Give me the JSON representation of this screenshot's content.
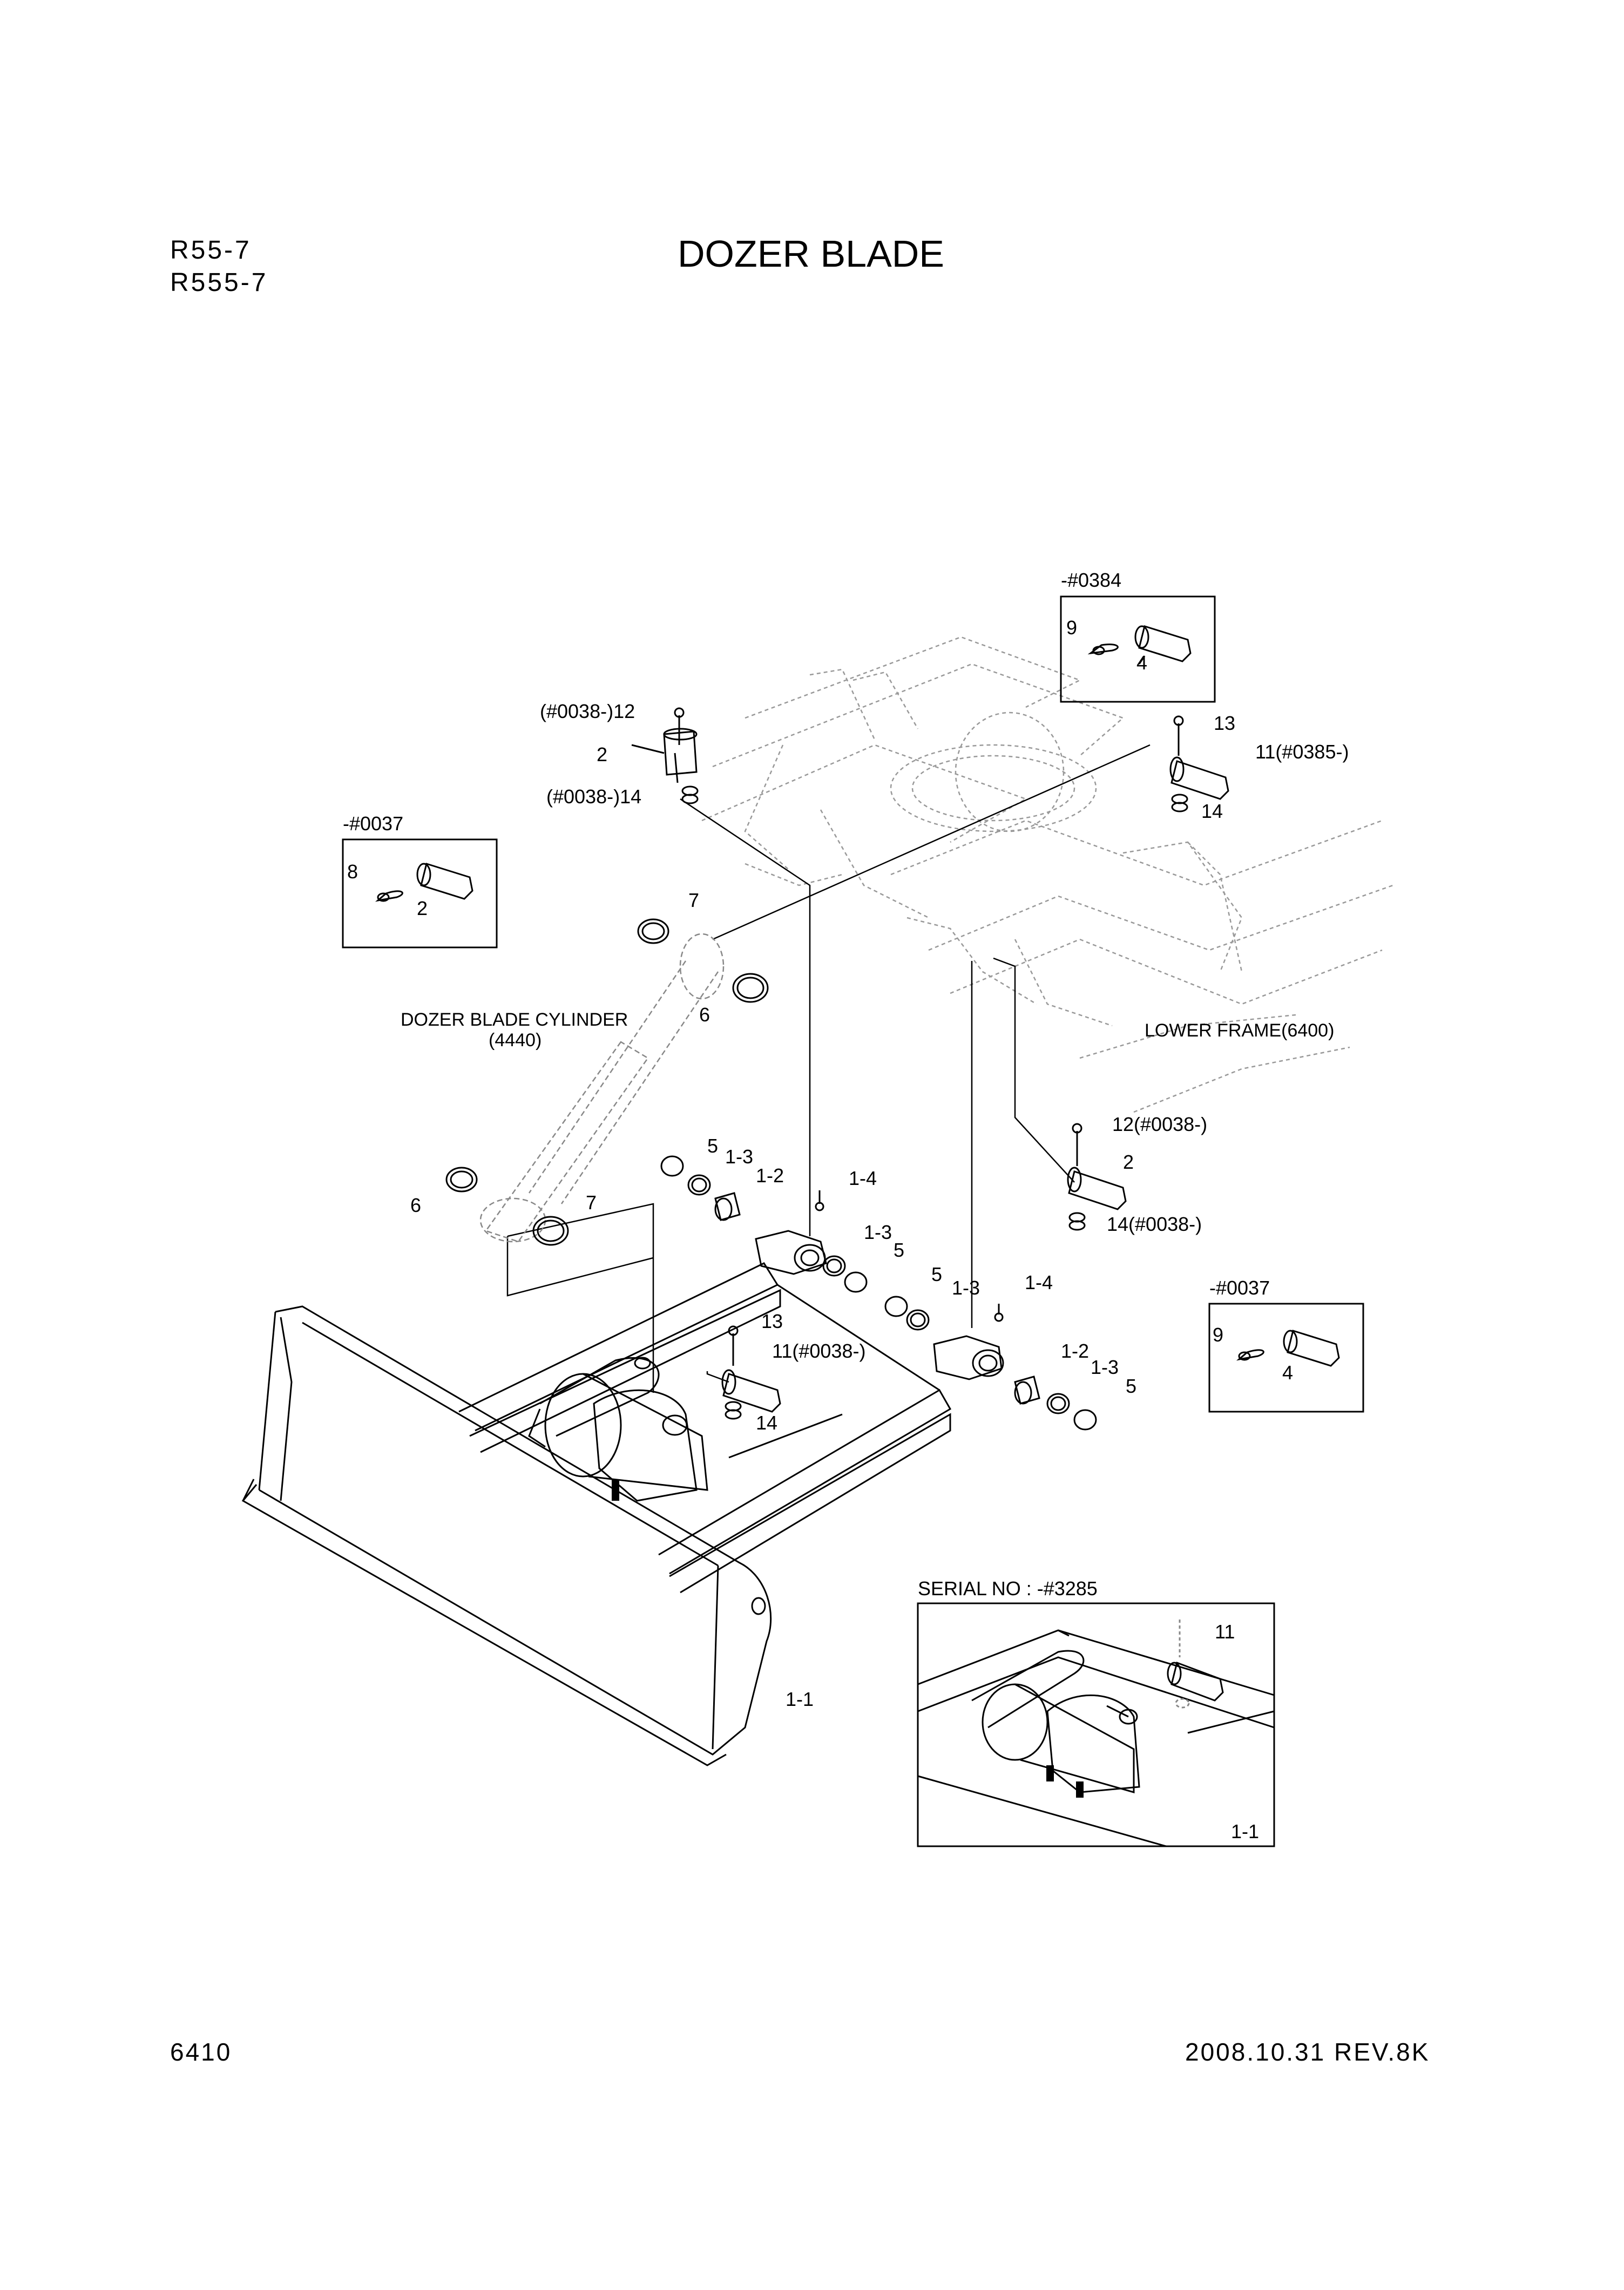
{
  "header": {
    "models": [
      "R55-7",
      "R555-7"
    ],
    "title": "DOZER BLADE"
  },
  "insets": {
    "top_right": {
      "serial": "-#0384",
      "parts": [
        "9",
        "4"
      ]
    },
    "left": {
      "serial": "-#0037",
      "parts": [
        "8",
        "2"
      ]
    },
    "right": {
      "serial": "-#0037",
      "parts": [
        "9",
        "4"
      ]
    },
    "bottom": {
      "serial": "SERIAL NO : -#3285",
      "parts": [
        "11",
        "1-1"
      ]
    }
  },
  "labels": {
    "cylinder": "DOZER BLADE CYLINDER",
    "cylinder_ref": "(4440)",
    "lower_frame": "LOWER FRAME(6400)"
  },
  "callouts": {
    "c12_pre": "(#0038-)12",
    "c2_top": "2",
    "c14_pre": "(#0038-)14",
    "c13_top": "13",
    "c11_post": "11(#0385-)",
    "c14_topright": "14",
    "c7_upper": "7",
    "c6_upper": "6",
    "c12_post": "12(#0038-)",
    "c2_mid": "2",
    "c14_post": "14(#0038-)",
    "c5_a": "5",
    "c13_a": "1-3",
    "c12_a": "1-2",
    "c14_a": "1-4",
    "c6_lower": "6",
    "c7_lower": "7",
    "c13_b": "1-3",
    "c5_b": "5",
    "c5_c": "5",
    "c13_c": "1-3",
    "c14_b": "1-4",
    "c13_pin": "13",
    "c11_pre": "11(#0038-)",
    "c14_pin": "14",
    "c12_b": "1-2",
    "c13_d": "1-3",
    "c5_d": "5",
    "c11_blade": "1-1"
  },
  "footer": {
    "page": "6410",
    "date_rev": "2008.10.31  REV.8K"
  }
}
